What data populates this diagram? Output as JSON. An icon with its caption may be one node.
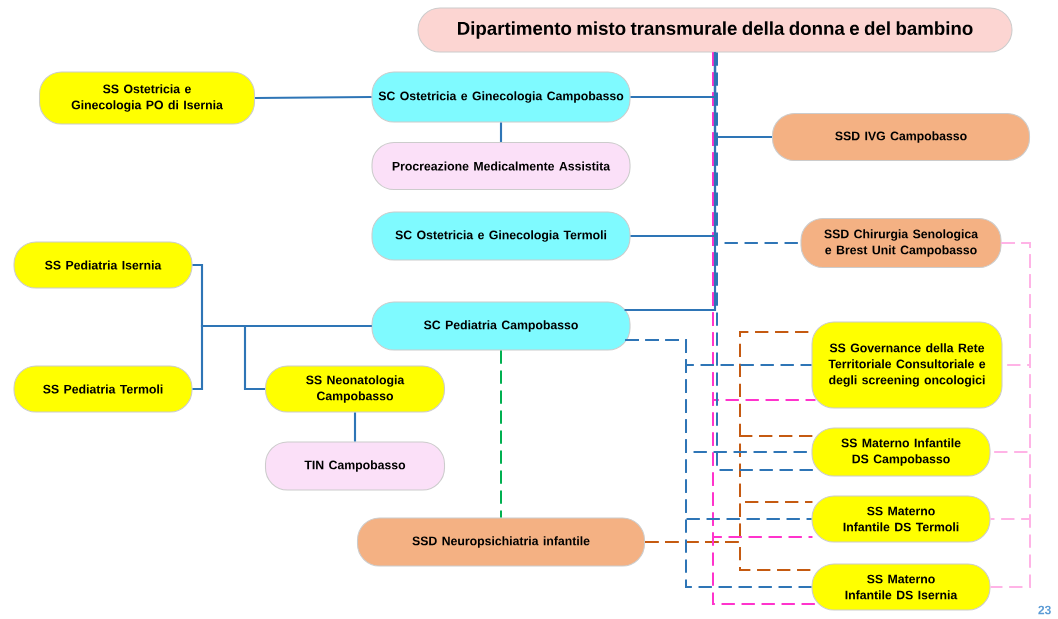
{
  "diagram": {
    "nodes": [
      {
        "text": [
          "Dipartimento misto transmurale della donna e del bambino"
        ]
      },
      {
        "text": [
          "SS Ostetricia e Ginecologia PO di Isernia"
        ]
      },
      {
        "text": [
          "SC Ostetricia e Ginecologia Campobasso"
        ]
      },
      {
        "text": [
          "Procreazione Medicalmente Assistita"
        ]
      },
      {
        "text": [
          "SSD IVG Campobasso"
        ]
      },
      {
        "text": [
          "SC Ostetricia e Ginecologia Termoli"
        ]
      },
      {
        "text": [
          "SSD Chirurgia Senologica e Brest Unit Campobasso"
        ]
      },
      {
        "text": [
          "SS Pediatria Isernia"
        ]
      },
      {
        "text": [
          "SC Pediatria Campobasso"
        ]
      },
      {
        "text": [
          "SS Governance della Rete Territoriale Consultoriale e degli screening oncologici"
        ]
      },
      {
        "text": [
          "SS Pediatria Termoli"
        ]
      },
      {
        "text": [
          "SS Neonatologia Campobasso"
        ]
      },
      {
        "text": [
          "TIN Campobasso"
        ]
      },
      {
        "text": [
          "SS Materno Infantile DS Campobasso"
        ]
      },
      {
        "text": [
          "SSD Neuropsichiatria infantile"
        ]
      },
      {
        "text": [
          "SS Materno Infantile DS Termoli"
        ]
      },
      {
        "text": [
          "SS Materno Infantile DS Isernia"
        ]
      }
    ],
    "edges": [
      {
        "from": 0,
        "to": 2,
        "arrow": "none"
      },
      {
        "from": 0,
        "to": 4,
        "arrow": "none"
      },
      {
        "from": 0,
        "to": 5,
        "arrow": "none"
      },
      {
        "from": 0,
        "to": 6,
        "arrow": "none",
        "style": "dashed"
      },
      {
        "from": 0,
        "to": 8,
        "arrow": "none"
      },
      {
        "from": 1,
        "to": 2,
        "arrow": "none"
      },
      {
        "from": 2,
        "to": 3,
        "arrow": "none"
      },
      {
        "from": 8,
        "to": 7,
        "arrow": "none"
      },
      {
        "from": 8,
        "to": 10,
        "arrow": "none"
      },
      {
        "from": 8,
        "to": 11,
        "arrow": "none"
      },
      {
        "from": 11,
        "to": 12,
        "arrow": "none"
      },
      {
        "from": 8,
        "to": 14,
        "arrow": "none",
        "style": "dashed",
        "color": "#00b050"
      },
      {
        "from": 8,
        "to": 9,
        "arrow": "none",
        "style": "dashed"
      },
      {
        "from": 8,
        "to": 13,
        "arrow": "none",
        "style": "dashed"
      },
      {
        "from": 8,
        "to": 15,
        "arrow": "none",
        "style": "dashed"
      },
      {
        "from": 8,
        "to": 16,
        "arrow": "none",
        "style": "dashed"
      },
      {
        "from": 0,
        "to": 13,
        "arrow": "none",
        "style": "dashed"
      },
      {
        "from": 0,
        "to": 9,
        "arrow": "none",
        "style": "dashed",
        "color": "#ff33cc"
      },
      {
        "from": 0,
        "to": 15,
        "arrow": "none",
        "style": "dashed",
        "color": "#ff33cc"
      },
      {
        "from": 0,
        "to": 16,
        "arrow": "none",
        "style": "dashed",
        "color": "#ff33cc"
      },
      {
        "from": 14,
        "to": 9,
        "arrow": "none",
        "style": "dashed",
        "color": "#c55a11"
      },
      {
        "from": 14,
        "to": 13,
        "arrow": "none",
        "style": "dashed",
        "color": "#c55a11"
      },
      {
        "from": 14,
        "to": 15,
        "arrow": "none",
        "style": "dashed",
        "color": "#c55a11"
      },
      {
        "from": 14,
        "to": 16,
        "arrow": "none",
        "style": "dashed",
        "color": "#c55a11"
      },
      {
        "from": 6,
        "to": 9,
        "arrow": "none",
        "style": "dashed",
        "color": "#ffb3e6"
      },
      {
        "from": 6,
        "to": 13,
        "arrow": "none",
        "style": "dashed",
        "color": "#ffb3e6"
      },
      {
        "from": 6,
        "to": 15,
        "arrow": "none",
        "style": "dashed",
        "color": "#ffb3e6"
      },
      {
        "from": 6,
        "to": 16,
        "arrow": "none",
        "style": "dashed",
        "color": "#ffb3e6"
      }
    ],
    "labels": [
      "23"
    ]
  }
}
